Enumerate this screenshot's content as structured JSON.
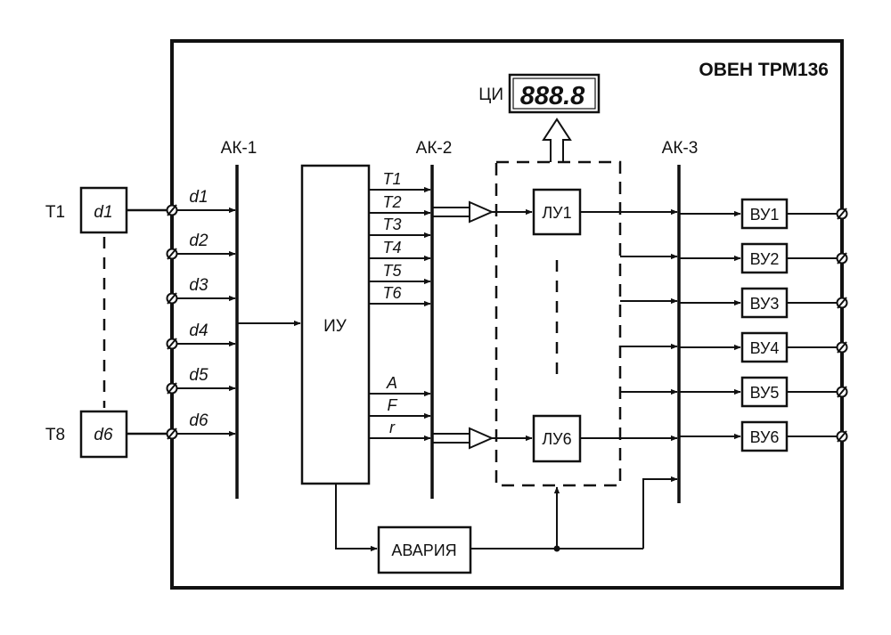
{
  "title": "ОВЕН ТРМ136",
  "display": {
    "label": "ЦИ",
    "digits": "888.8"
  },
  "buses": {
    "ak1": "АК-1",
    "ak2": "АК-2",
    "ak3": "АК-3"
  },
  "inputs": {
    "first_label": "Т1",
    "last_label": "Т8",
    "sensor_first": "d1",
    "sensor_last": "d6",
    "lines": [
      "d1",
      "d2",
      "d3",
      "d4",
      "d5",
      "d6"
    ]
  },
  "iu": {
    "label": "ИУ"
  },
  "iu_outputs": [
    "T1",
    "T2",
    "T3",
    "T4",
    "T5",
    "T6",
    "A",
    "F",
    "r"
  ],
  "logic_units": {
    "top": "ЛУ1",
    "bottom": "ЛУ6"
  },
  "output_devices": [
    "ВУ1",
    "ВУ2",
    "ВУ3",
    "ВУ4",
    "ВУ5",
    "ВУ6"
  ],
  "alarm": {
    "label": "АВАРИЯ"
  }
}
